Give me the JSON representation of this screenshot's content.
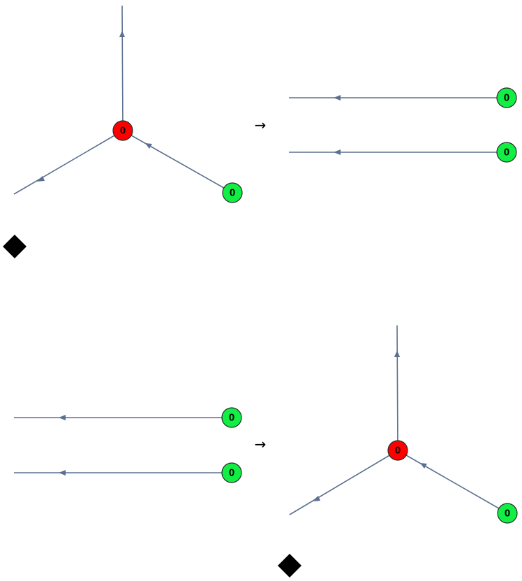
{
  "colors": {
    "edge": "#5b7090",
    "vertex_red": "#ff0000",
    "vertex_green": "#11ee44",
    "text": "#000000"
  },
  "transition_symbol": "→",
  "node_label": "0",
  "rules": [
    {
      "lhs": {
        "center": "0",
        "inputs": [
          "0"
        ]
      },
      "rhs": {
        "inputs": [
          "0",
          "0"
        ]
      }
    },
    {
      "lhs": {
        "inputs": [
          "0",
          "0"
        ]
      },
      "rhs": {
        "center": "0",
        "inputs": [
          "0"
        ]
      }
    }
  ],
  "end_marker": "black-diamond"
}
